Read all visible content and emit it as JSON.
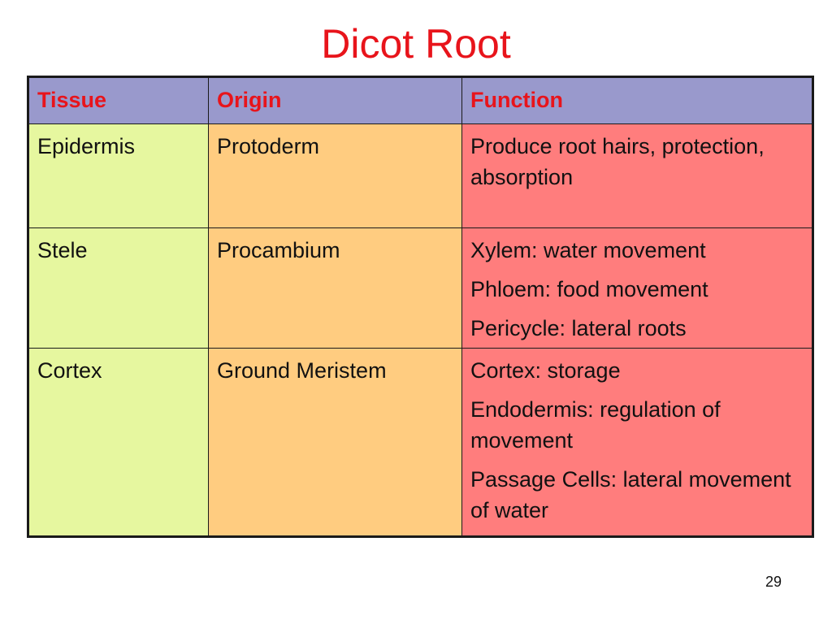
{
  "title": "Dicot Root",
  "table": {
    "headers": [
      "Tissue",
      "Origin",
      "Function"
    ],
    "rows": [
      {
        "tissue": "Epidermis",
        "origin": "Protoderm",
        "function": [
          "Produce root hairs, protection, absorption"
        ]
      },
      {
        "tissue": "Stele",
        "origin": "Procambium",
        "function": [
          "Xylem: water movement",
          "Phloem: food movement",
          "Pericycle: lateral roots"
        ]
      },
      {
        "tissue": "Cortex",
        "origin": "Ground Meristem",
        "function": [
          "Cortex: storage",
          "Endodermis: regulation of movement",
          "Passage Cells: lateral movement of water"
        ]
      }
    ]
  },
  "page_number": "29",
  "colors": {
    "title": "#e8141b",
    "header_bg": "#9999cc",
    "header_text": "#e8141b",
    "tissue_col": "#e6f79f",
    "origin_col": "#ffcc80",
    "function_col": "#ff7d7d"
  }
}
